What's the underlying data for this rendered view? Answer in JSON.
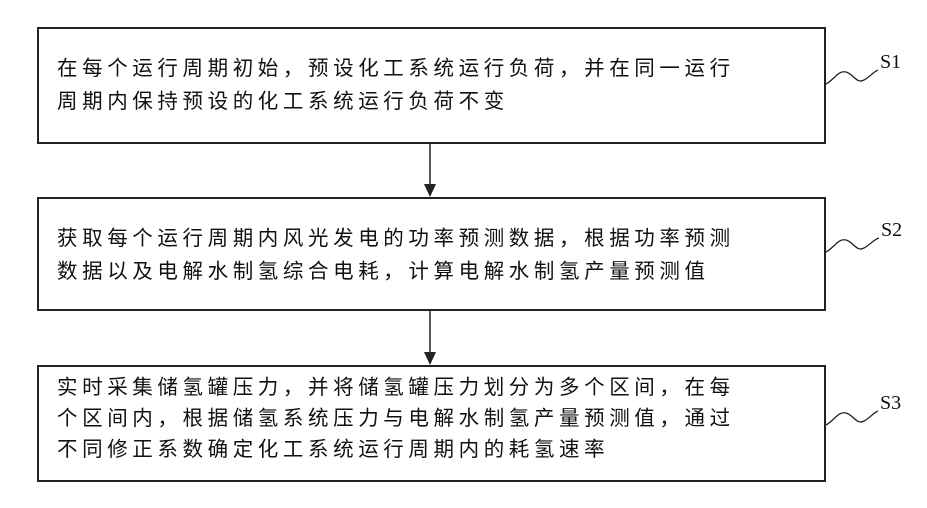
{
  "steps": [
    {
      "label": "S1",
      "lines": [
        "在每个运行周期初始，预设化工系统运行负荷，并在同一运行",
        "周期内保持预设的化工系统运行负荷不变"
      ]
    },
    {
      "label": "S2",
      "lines": [
        "获取每个运行周期内风光发电的功率预测数据，根据功率预测",
        "数据以及电解水制氢综合电耗，计算电解水制氢产量预测值"
      ]
    },
    {
      "label": "S3",
      "lines": [
        "实时采集储氢罐压力，并将储氢罐压力划分为多个区间，在每",
        "个区间内，根据储氢系统压力与电解水制氢产量预测值，通过",
        "不同修正系数确定化工系统运行周期内的耗氢速率"
      ]
    }
  ]
}
